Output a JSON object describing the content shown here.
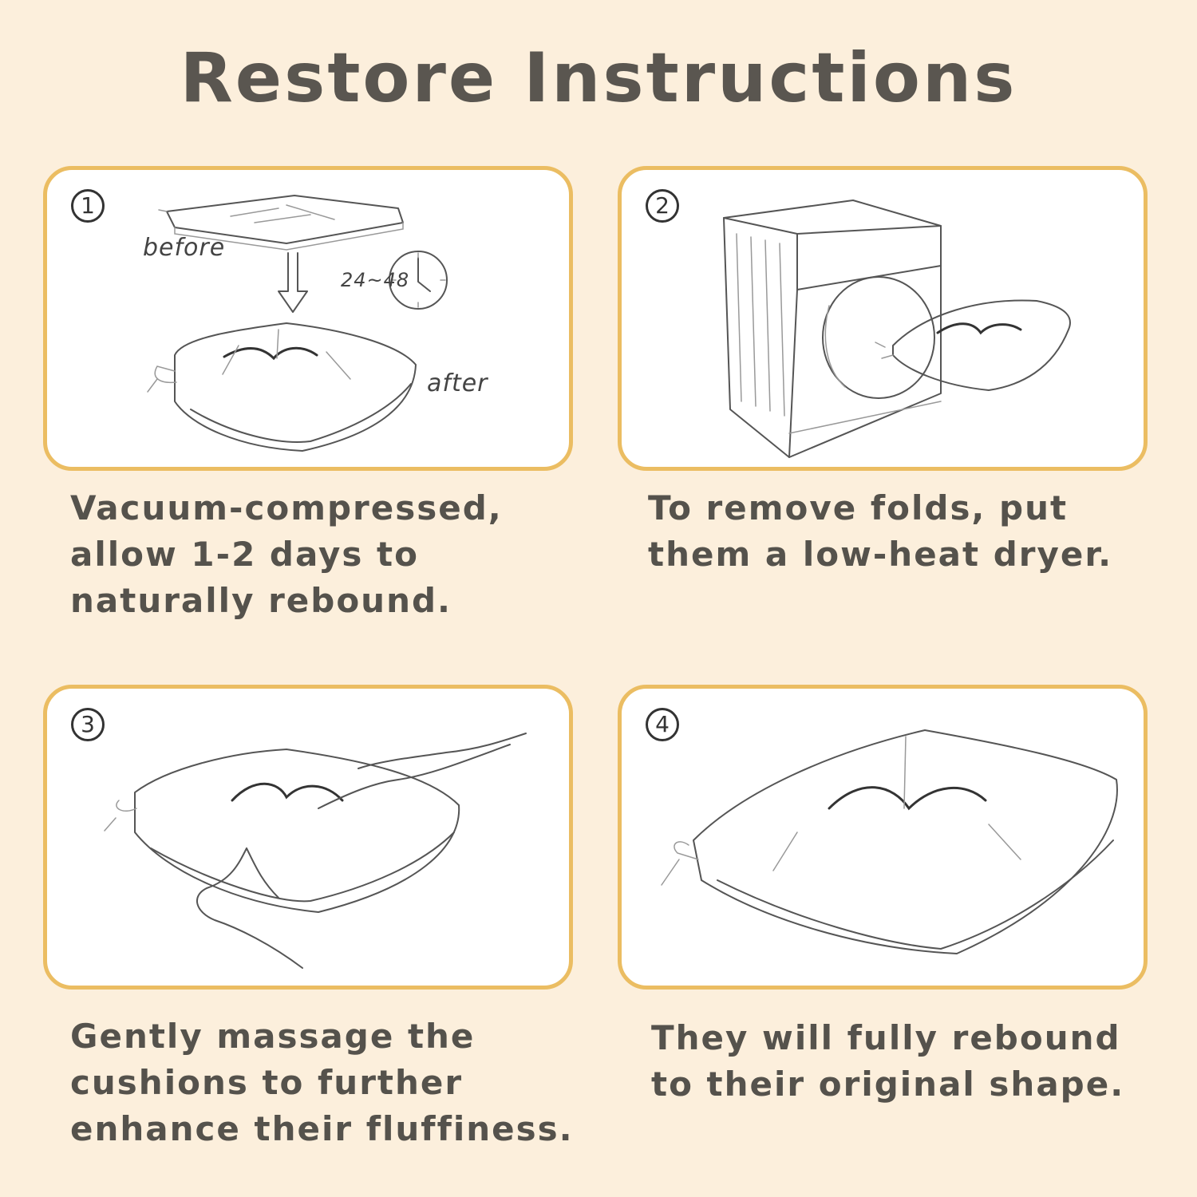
{
  "title": "Restore Instructions",
  "steps": [
    {
      "number": "1",
      "caption": "Vacuum-compressed,\nallow 1-2 days to\nnaturally rebound.",
      "labels": {
        "before": "before",
        "after": "after",
        "time": "24~48"
      },
      "icons": [
        "flat-cushion-icon",
        "down-arrow-icon",
        "clock-icon",
        "puffy-cushion-icon"
      ]
    },
    {
      "number": "2",
      "caption": "To remove folds, put\nthem a low-heat dryer.",
      "icons": [
        "dryer-icon",
        "cushion-icon"
      ]
    },
    {
      "number": "3",
      "caption": "Gently massage the\ncushions to further\nenhance their fluffiness.",
      "icons": [
        "cushion-icon",
        "hands-icon"
      ]
    },
    {
      "number": "4",
      "caption": "They will fully rebound\nto their original shape.",
      "icons": [
        "fluffy-cushion-icon"
      ]
    }
  ],
  "colors": {
    "background": "#fcefdc",
    "panel_border": "#ebbd62",
    "text": "#55524c"
  }
}
